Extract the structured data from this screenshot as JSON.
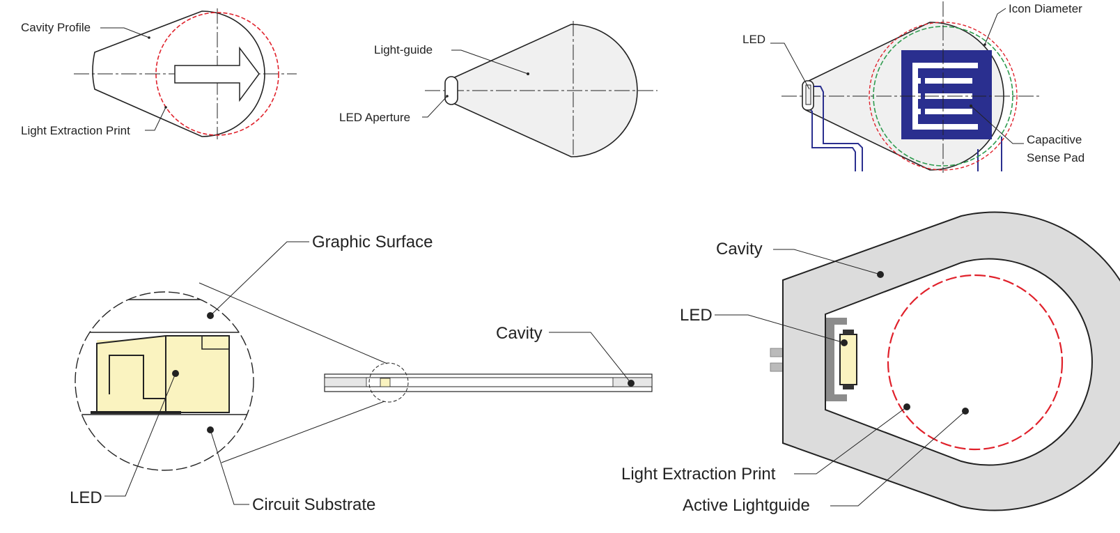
{
  "colors": {
    "outline": "#222222",
    "fill_light": "#f0f0f0",
    "fill_cavity": "#dcdcdc",
    "extraction_print": "#e0202a",
    "icon_diameter_ring": "#2e9b4e",
    "sense_pad": "#2a2f8f",
    "led_body": "#faf3c0"
  },
  "icons": [
    "arrow-icon",
    "sense-pad-icon"
  ],
  "top_left": {
    "cavity_profile": "Cavity Profile",
    "light_extraction_print": "Light Extraction Print"
  },
  "top_middle": {
    "light_guide": "Light-guide",
    "led_aperture": "LED Aperture"
  },
  "top_right": {
    "led": "LED",
    "icon_diameter": "Icon Diameter",
    "capacitive": "Capacitive",
    "sense_pad": "Sense Pad"
  },
  "bottom_left": {
    "graphic_surface": "Graphic Surface",
    "cavity": "Cavity",
    "led": "LED",
    "circuit_substrate": "Circuit Substrate"
  },
  "bottom_right": {
    "cavity": "Cavity",
    "led": "LED",
    "light_extraction_print": "Light Extraction Print",
    "active_lightguide": "Active Lightguide"
  }
}
